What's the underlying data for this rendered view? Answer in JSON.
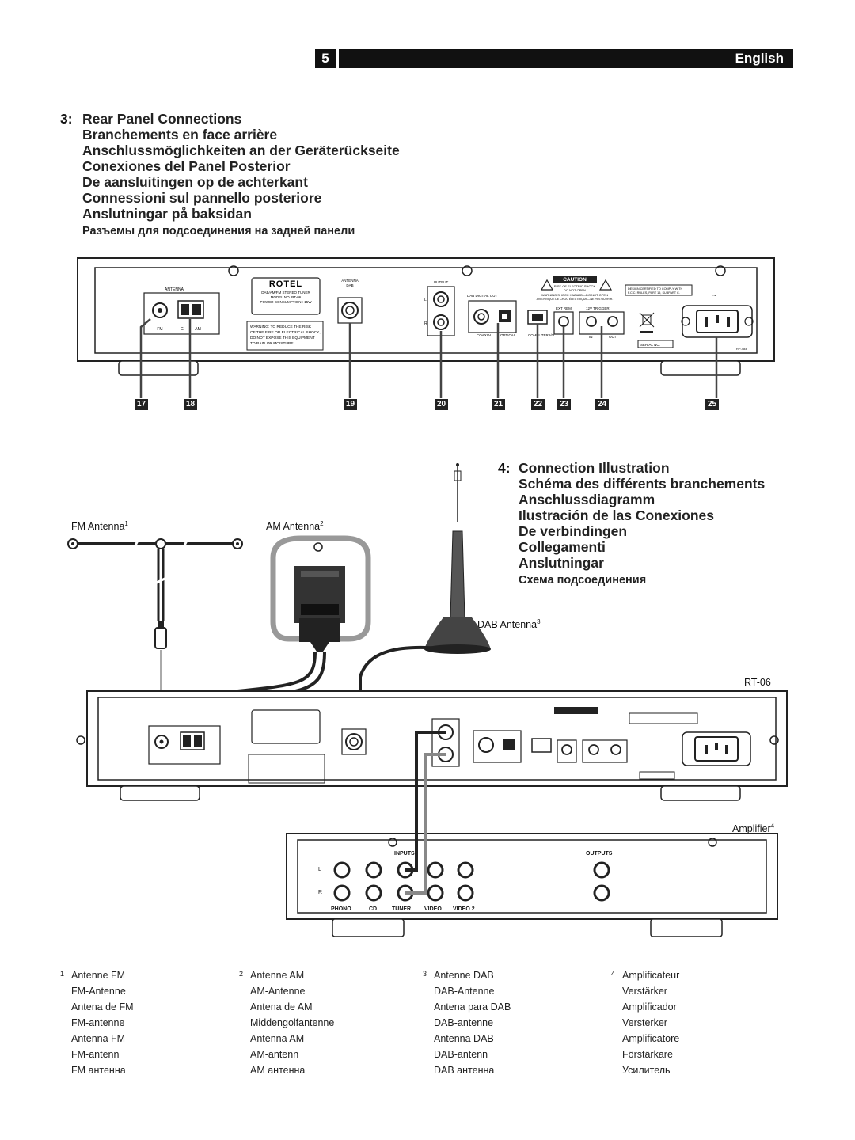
{
  "header": {
    "page_number": "5",
    "language": "English"
  },
  "section3": {
    "number": "3:",
    "titles": [
      "Rear Panel Connections",
      "Branchements en face arrière",
      "Anschlussmöglichkeiten an der Geräterückseite",
      "Conexiones del Panel Posterior",
      "De aansluitingen op de achterkant",
      "Connessioni sul pannello posteriore",
      "Anslutningar på baksidan",
      "Разъемы для подсоединения на задней панели"
    ]
  },
  "rear_panel": {
    "brand": "ROTEL",
    "model_lines": [
      "DAB/AM/FM STEREO TUNER",
      "MODEL NO. RT-06",
      "POWER CONSUMPTION : 15W"
    ],
    "warning": [
      "WARNING: TO REDUCE THE RISK",
      "OF THE FIRE OR ELECTRICAL SHOCK,",
      "DO NOT EXPOSE THIS EQUIPMENT",
      "TO RAIN OR MOISTURE."
    ],
    "antenna_label": "ANTENNA",
    "antenna_terms": [
      "FM",
      "G",
      "AM"
    ],
    "antenna_dab_label": [
      "ANTENNA",
      "DAB"
    ],
    "output_label": "OUTPUT",
    "output_lr": [
      "L",
      "R"
    ],
    "dab_digital_out": "DAB DIGITAL OUT",
    "coaxial": "COAXIAL",
    "optical": "OPTICAL",
    "computer_io": "COMPUTER I/O",
    "ext_rem": "EXT REM",
    "trigger": "12V TRIGGER",
    "trigger_in": "IN",
    "trigger_out": "OUT",
    "caution": "CAUTION",
    "caution_lines": [
      "RISK OF ELECTRIC SHOCK",
      "DO NOT OPEN",
      "WARNING:SHOCK HAZARD—DO NOT OPEN",
      "AVIS:RISQUE DE CHOC ÉLECTRIQUE—NE PAS OUVRIR."
    ],
    "fcc": [
      "DESIGN CERTIFIED TO COMPLY WITH",
      "F.C.C. RULES, PART 15, SUBPART C."
    ],
    "serial": "SERIAL NO.",
    "part_no": "RP-484",
    "tilde": "~",
    "callouts": [
      "17",
      "18",
      "19",
      "20",
      "21",
      "22",
      "23",
      "24",
      "25"
    ]
  },
  "section4": {
    "number": "4:",
    "titles": [
      "Connection Illustration",
      "Schéma des différents branchements",
      "Anschlussdiagramm",
      "Ilustración de las Conexiones",
      "De verbindingen",
      "Collegamenti",
      "Anslutningar",
      "Схема подсоединения"
    ]
  },
  "illustration": {
    "fm_antenna": "FM Antenna",
    "fm_sup": "1",
    "am_antenna": "AM Antenna",
    "am_sup": "2",
    "dab_antenna": "DAB Antenna",
    "dab_sup": "3",
    "device_model": "RT-06",
    "amplifier": "Amplifier",
    "amp_sup": "4",
    "amp_inputs": "INPUTS",
    "amp_outputs": "OUTPUTS",
    "amp_lr": [
      "L",
      "R"
    ],
    "amp_sources": [
      "PHONO",
      "CD",
      "TUNER",
      "VIDEO",
      "VIDEO 2"
    ]
  },
  "footnotes": [
    {
      "sup": "1",
      "lines": [
        "Antenne FM",
        "FM-Antenne",
        "Antena de FM",
        "FM-antenne",
        "Antenna FM",
        "FM-antenn",
        "FM антенна"
      ]
    },
    {
      "sup": "2",
      "lines": [
        "Antenne AM",
        "AM-Antenne",
        "Antena de AM",
        "Middengolfantenne",
        "Antenna AM",
        "AM-antenn",
        "AM антенна"
      ]
    },
    {
      "sup": "3",
      "lines": [
        "Antenne DAB",
        "DAB-Antenne",
        "Antena para DAB",
        "DAB-antenne",
        "Antenna DAB",
        "DAB-antenn",
        "DAB антенна"
      ]
    },
    {
      "sup": "4",
      "lines": [
        "Amplificateur",
        "Verstärker",
        "Amplificador",
        "Versterker",
        "Amplificatore",
        "Förstärkare",
        "Усилитель"
      ]
    }
  ]
}
